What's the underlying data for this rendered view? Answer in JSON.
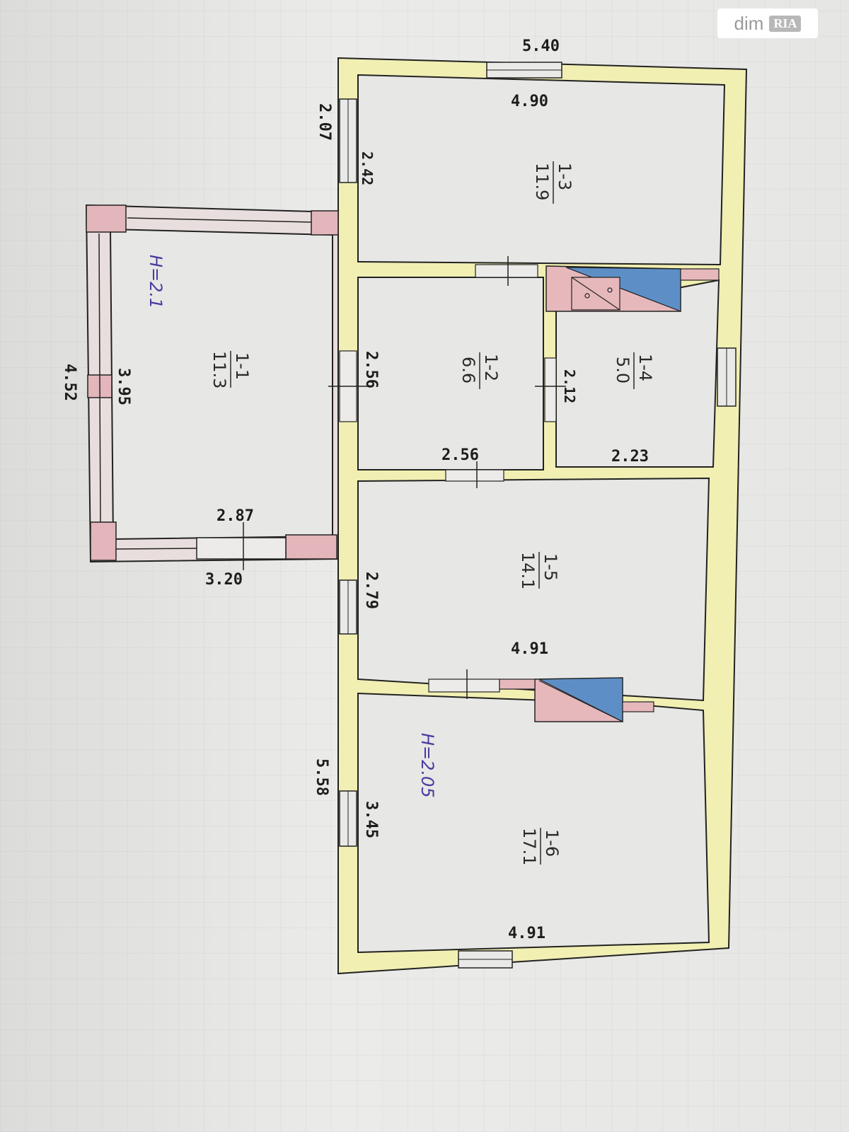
{
  "watermark": {
    "text": "dim",
    "badge": "RIA"
  },
  "dimensions": {
    "top_outer": "5.40",
    "room3_top": "4.90",
    "left_small": "2.07",
    "room3_side": "2.42",
    "veranda_outer": "4.52",
    "veranda_inner": "3.95",
    "veranda_bottom_inner": "2.87",
    "veranda_bottom_outer": "3.20",
    "room2_side": "2.56",
    "room2_bottom": "2.56",
    "room4_side": "2.12",
    "room4_bottom": "2.23",
    "room5_side": "2.79",
    "room5_bottom": "4.91",
    "bottom_outer": "5.58",
    "room6_side": "3.45",
    "room6_bottom": "4.91"
  },
  "heights": {
    "veranda": "H=2.1",
    "house": "H=2.05"
  },
  "rooms": [
    {
      "id": "1-1",
      "num": "1-1",
      "area": "11.3"
    },
    {
      "id": "1-2",
      "num": "1-2",
      "area": "6.6"
    },
    {
      "id": "1-3",
      "num": "1-3",
      "area": "11.9"
    },
    {
      "id": "1-4",
      "num": "1-4",
      "area": "5.0"
    },
    {
      "id": "1-5",
      "num": "1-5",
      "area": "14.1"
    },
    {
      "id": "1-6",
      "num": "1-6",
      "area": "17.1"
    }
  ],
  "colors": {
    "wall_main": "#f1efb2",
    "wall_veranda": "#e2cfd0",
    "stove_pink": "#e6b8bc",
    "stove_blue": "#5d8fc6",
    "line": "#222222"
  }
}
